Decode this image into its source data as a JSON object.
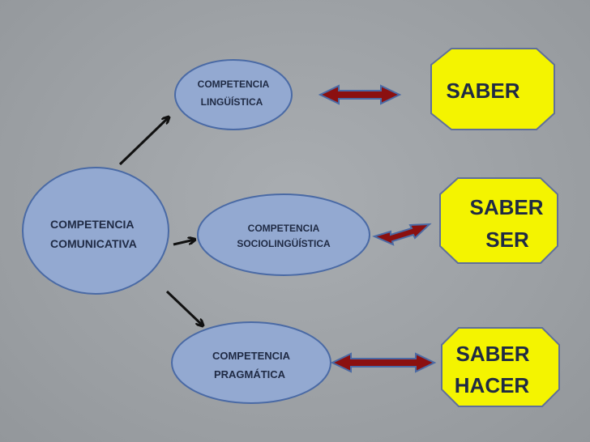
{
  "diagram": {
    "root": {
      "line1": "COMPETENCIA",
      "line2": "COMUNICATIVA"
    },
    "competencies": [
      {
        "line1": "COMPETENCIA",
        "line2": "LINGÜÍSTICA"
      },
      {
        "line1": "COMPETENCIA",
        "line2": "SOCIOLINGÜÍSTICA"
      },
      {
        "line1": "COMPETENCIA",
        "line2": "PRAGMÁTICA"
      }
    ],
    "outcomes": [
      {
        "line1": "SABER",
        "line2": ""
      },
      {
        "line1": "SABER",
        "line2": "SER"
      },
      {
        "line1": "SABER",
        "line2": "HACER"
      }
    ],
    "colors": {
      "ellipse_fill": "#93a9d1",
      "ellipse_stroke": "#4a6aa5",
      "octagon_fill": "#f4f400",
      "octagon_stroke": "#5f6f9a",
      "double_arrow_fill": "#8b1010",
      "double_arrow_stroke": "#4a6aa5",
      "connector": "#111111",
      "text": "#1f2a44"
    }
  }
}
